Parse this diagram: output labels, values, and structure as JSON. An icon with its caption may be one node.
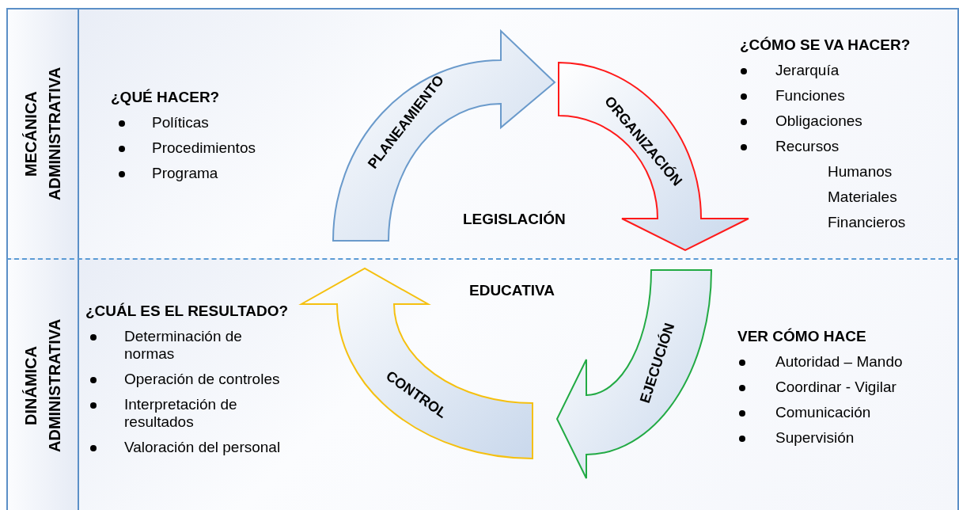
{
  "diagram": {
    "nodes": [
      {
        "text": [
          "MECÁNICA ADMINISTRATIVA"
        ]
      },
      {
        "text": [
          "DINÁMICA ADMINISTRATIVA"
        ]
      },
      {
        "text": [
          "PLANEAMIENTO"
        ],
        "in": 0
      },
      {
        "text": [
          "ORGANIZACIÓN"
        ],
        "in": 0
      },
      {
        "text": [
          "EJECUCIÓN"
        ],
        "in": 1
      },
      {
        "text": [
          "CONTROL"
        ],
        "in": 1
      }
    ],
    "labels": [
      "¿QUÉ HACER?",
      "Políticas",
      "Procedimientos",
      "Programa",
      "¿CÓMO SE VA HACER?",
      "Jerarquía",
      "Funciones",
      "Obligaciones",
      "Recursos",
      "Humanos",
      "Materiales",
      "Financieros",
      "LEGISLACIÓN",
      "EDUCATIVA",
      "¿CUÁL ES EL RESULTADO?",
      "Determinación de normas",
      "Operación de controles",
      "Interpretación de resultados",
      "Valoración del personal",
      "VER CÓMO HACE",
      "Autoridad – Mando",
      "Coordinar - Vigilar",
      "Comunicación",
      "Supervisión"
    ]
  }
}
